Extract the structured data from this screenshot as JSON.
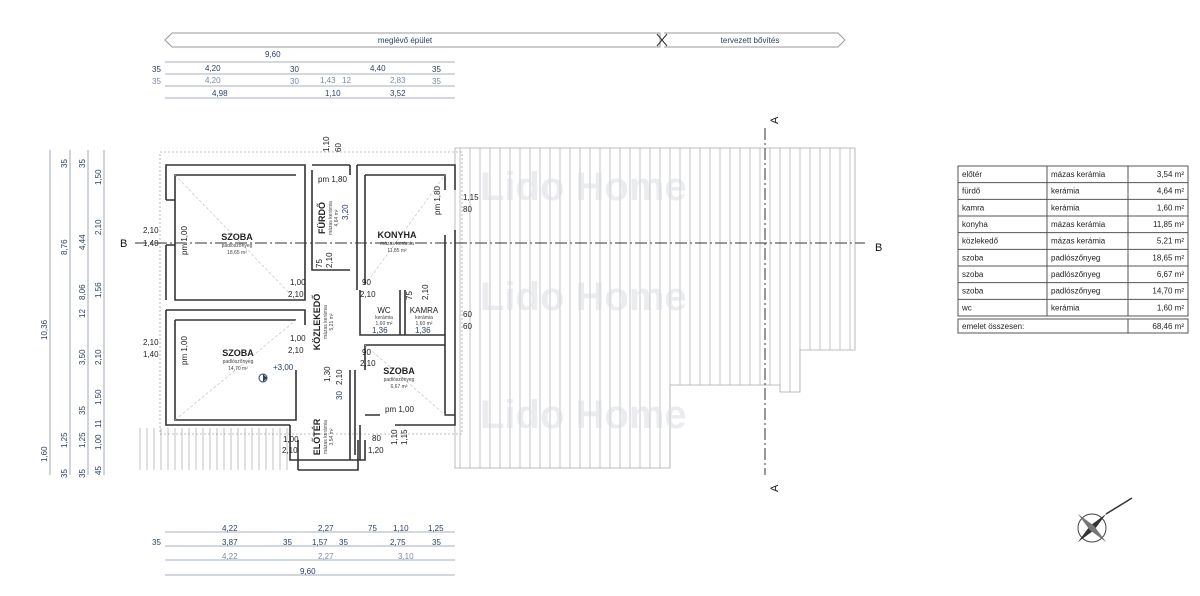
{
  "header": {
    "existing": "meglévő épület",
    "planned": "tervezett bővítés"
  },
  "dims": {
    "top": {
      "r1": [
        "9,60"
      ],
      "r2": [
        "35",
        "4,20",
        "30",
        "4,40",
        "35"
      ],
      "r3": [
        "35",
        "4,20",
        "30",
        "1,43",
        "12",
        "2,83",
        "35"
      ],
      "r4": [
        "4,98",
        "1,10",
        "3,52"
      ]
    },
    "bottom": {
      "r1": [
        "4,22",
        "2,27",
        "75",
        "1,10",
        "1,25"
      ],
      "r2": [
        "35",
        "3,87",
        "35",
        "1,57",
        "35",
        "2,75",
        "35"
      ],
      "r3": [
        "4,22",
        "2,27",
        "3,10"
      ],
      "r4": [
        "9,60"
      ]
    },
    "left": {
      "c1": [
        "10,36",
        "1,60"
      ],
      "c2": [
        "35",
        "8,76",
        "1,25",
        "35"
      ],
      "c3": [
        "35",
        "8,06",
        "4,44",
        "12",
        "3,50",
        "35",
        "1,25",
        "35"
      ],
      "c4": [
        "1,50",
        "2,10",
        "1,56",
        "2,10",
        "1,50",
        "11",
        "1,00",
        "45"
      ]
    },
    "inner": [
      "pm 1,80",
      "pm 1,00",
      "pm 1,80",
      "pm 1,00",
      "pm 1,00",
      "1,00",
      "2,10",
      "90",
      "2,10",
      "1,00",
      "2,10",
      "90",
      "2,10",
      "1,00",
      "2,10",
      "80",
      "1,20",
      "1,10",
      "1,15",
      "2,10",
      "1,40",
      "2,10",
      "1,40",
      "1,15",
      "80",
      "60",
      "60",
      "1,10",
      "60",
      "75",
      "2,10",
      "3,20",
      "75",
      "2,10",
      "1,36",
      "1,36",
      "1,30",
      "2,10",
      "30"
    ]
  },
  "rooms": [
    {
      "name": "SZOBA",
      "floor": "padlószőnyeg",
      "area": "18,65 m²"
    },
    {
      "name": "FÜRDŐ",
      "floor": "mázas kerámia",
      "area": "4,64 m²"
    },
    {
      "name": "KONYHA",
      "floor": "mázas kerámia",
      "area": "11,85 m²"
    },
    {
      "name": "KÖZLEKEDŐ",
      "floor": "mázas kerámia",
      "area": "5,21 m²"
    },
    {
      "name": "WC",
      "floor": "kerámia",
      "area": "1,60 m²"
    },
    {
      "name": "KAMRA",
      "floor": "kerámia",
      "area": "1,60 m²"
    },
    {
      "name": "SZOBA",
      "floor": "padlószőnyeg",
      "area": "14,70 m²"
    },
    {
      "name": "SZOBA",
      "floor": "padlószőnyeg",
      "area": "6,67 m²"
    },
    {
      "name": "ELŐTÉR",
      "floor": "mázas kerámia",
      "area": "3,54 m²"
    }
  ],
  "level": "+3,00",
  "sections": {
    "a": "A",
    "b": "B"
  },
  "watermark": "Lido Home",
  "table": {
    "rows": [
      [
        "előtér",
        "mázas kerámia",
        "3,54 m²"
      ],
      [
        "fürdő",
        "kerámia",
        "4,64 m²"
      ],
      [
        "kamra",
        "kerámia",
        "1,60 m²"
      ],
      [
        "konyha",
        "mázas kerámia",
        "11,85 m²"
      ],
      [
        "közlekedő",
        "mázas kerámia",
        "5,21 m²"
      ],
      [
        "szoba",
        "padlószőnyeg",
        "18,65 m²"
      ],
      [
        "szoba",
        "padlószőnyeg",
        "6,67 m²"
      ],
      [
        "szoba",
        "padlószőnyeg",
        "14,70 m²"
      ],
      [
        "wc",
        "kerámia",
        "1,60 m²"
      ]
    ],
    "total_label": "emelet összesen:",
    "total_value": "68,46 m²"
  }
}
